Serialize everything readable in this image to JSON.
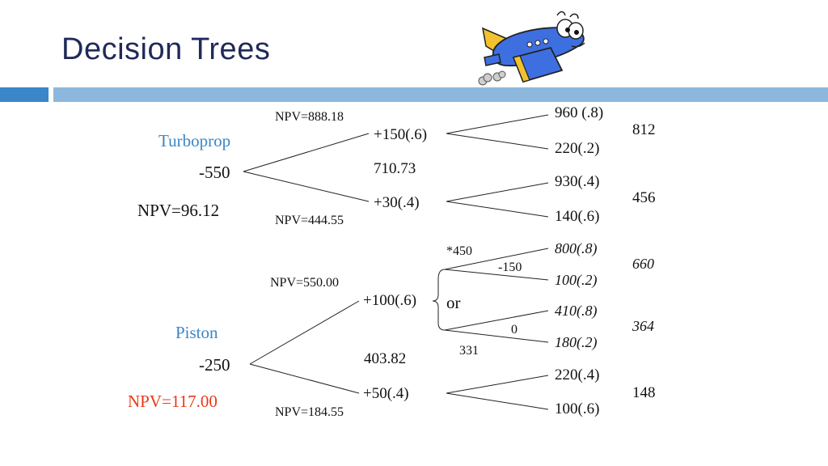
{
  "title": "Decision Trees",
  "colors": {
    "title": "#1f2a5a",
    "accent_blue": "#3b86c6",
    "accent_red": "#e8391a",
    "band_dark": "#3a86c8",
    "band_light": "#8db8de"
  },
  "icons": [
    "cartoon-airplane-icon"
  ],
  "turboprop": {
    "option_label": "Turboprop",
    "cost": "-550",
    "npv": "NPV=96.12",
    "high_branch": {
      "label": "+150(.6)",
      "npv": "NPV=888.18"
    },
    "low_branch": {
      "label": "+30(.4)",
      "npv": "NPV=444.55"
    },
    "expected": "710.73",
    "outcomes": [
      "960 (.8)",
      "220(.2)",
      "930(.4)",
      "140(.6)"
    ],
    "expected_values": [
      "812",
      "456"
    ]
  },
  "piston": {
    "option_label": "Piston",
    "cost": "-250",
    "npv": "NPV=117.00",
    "high_branch": {
      "label": "+100(.6)",
      "npv": "NPV=550.00"
    },
    "low_branch": {
      "label": "+50(.4)",
      "npv": "NPV=184.55"
    },
    "expected": "403.82",
    "choice": {
      "option_a": "*450",
      "option_a_cost": "-150",
      "or_label": "or",
      "option_b_cost": "0",
      "option_b": "331"
    },
    "outcomes": [
      "800(.8)",
      "100(.2)",
      "410(.8)",
      "180(.2)",
      "220(.4)",
      "100(.6)"
    ],
    "expected_values": [
      "660",
      "364",
      "148"
    ]
  }
}
